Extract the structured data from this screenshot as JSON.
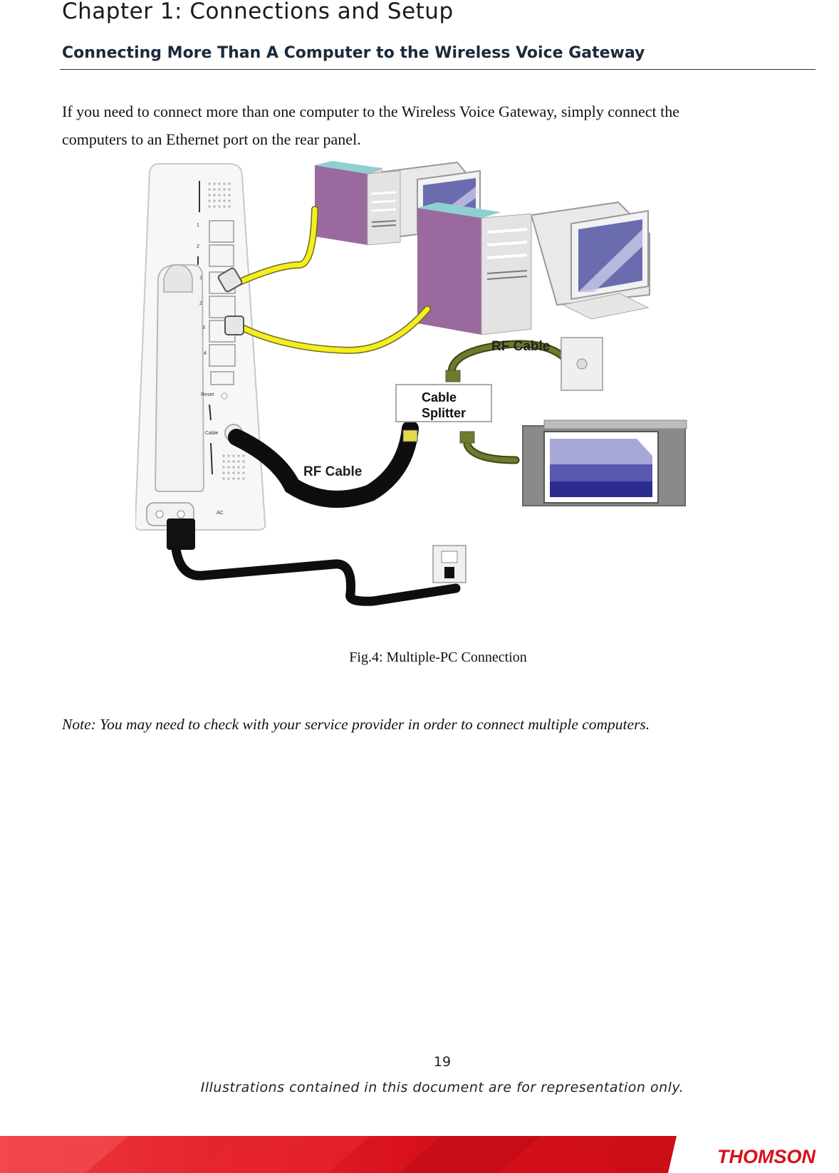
{
  "header": {
    "chapter": "Chapter 1: Connections and Setup",
    "section": "Connecting More Than A Computer to the Wireless Voice Gateway"
  },
  "body": {
    "intro_line1": "If you need to connect more than one computer to the Wireless Voice Gateway, simply connect the",
    "intro_line2": "computers to an Ethernet port on the rear panel."
  },
  "figure": {
    "labels": {
      "rf_cable_top": "RF Cable",
      "rf_cable_bottom": "RF Cable",
      "splitter_line1": "Cable",
      "splitter_line2": "Splitter",
      "port_reset": "Reset",
      "port_cable": "Cable",
      "port_ac": "AC",
      "port_1a": "1",
      "port_2a": "2",
      "port_1b": "1",
      "port_2b": "2",
      "port_3": "3",
      "port_4": "4"
    },
    "caption": "Fig.4: Multiple-PC Connection"
  },
  "note": "Note: You may need to check with your service provider in order to connect multiple computers.",
  "footer": {
    "page_number": "19",
    "disclaimer": "Illustrations contained in this document are for representation only.",
    "brand": "THOMSON"
  },
  "colors": {
    "brand_red": "#d8101a",
    "ethernet_cable": "#f5ee1e",
    "coax_cable": "#6f7a2a",
    "pc_case": "#9a6a9e",
    "pc_top": "#8fcfcf"
  }
}
